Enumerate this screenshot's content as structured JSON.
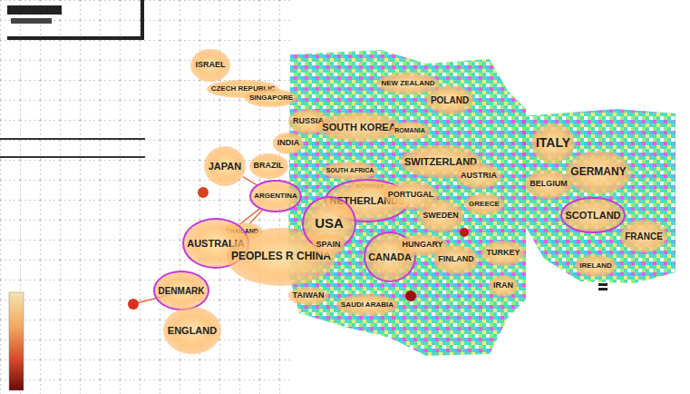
{
  "diagram": {
    "nodes": [
      {
        "text": [
          "ISRAEL"
        ]
      },
      {
        "text": [
          "CZECH REPUBLIC"
        ]
      },
      {
        "text": [
          "SINGAPORE"
        ]
      },
      {
        "text": [
          "INDIA"
        ]
      },
      {
        "text": [
          "JAPAN"
        ]
      },
      {
        "text": [
          "BRAZIL"
        ]
      },
      {
        "text": [
          "ARGENTINA"
        ]
      },
      {
        "text": [
          "THAILAND"
        ]
      },
      {
        "text": [
          "AUSTRALIA"
        ]
      },
      {
        "text": [
          "PEOPLES R CHINA"
        ]
      },
      {
        "text": [
          "TAIWAN"
        ]
      },
      {
        "text": [
          "DENMARK"
        ]
      },
      {
        "text": [
          "ENGLAND"
        ]
      },
      {
        "text": [
          "RUSSIA"
        ]
      },
      {
        "text": [
          "SOUTH KOREA"
        ]
      },
      {
        "text": [
          "NEW ZEALAND"
        ]
      },
      {
        "text": [
          "POLAND"
        ]
      },
      {
        "text": [
          "ROMANIA"
        ]
      },
      {
        "text": [
          "SOUTH AFRICA"
        ]
      },
      {
        "text": [
          "NORWAY"
        ]
      },
      {
        "text": [
          "NETHERLANDS"
        ]
      },
      {
        "text": [
          "USA"
        ]
      },
      {
        "text": [
          "SPAIN"
        ]
      },
      {
        "text": [
          "SWITZERLAND"
        ]
      },
      {
        "text": [
          "AUSTRIA"
        ]
      },
      {
        "text": [
          "PORTUGAL"
        ]
      },
      {
        "text": [
          "SWEDEN"
        ]
      },
      {
        "text": [
          "GREECE"
        ]
      },
      {
        "text": [
          "CANADA"
        ]
      },
      {
        "text": [
          "HUNGARY"
        ]
      },
      {
        "text": [
          "FINLAND"
        ]
      },
      {
        "text": [
          "SAUDI ARABIA"
        ]
      },
      {
        "text": [
          "TURKEY"
        ]
      },
      {
        "text": [
          "IRAN"
        ]
      },
      {
        "text": [
          "ITALY"
        ]
      },
      {
        "text": [
          "GERMANY"
        ]
      },
      {
        "text": [
          "BELGIUM"
        ]
      },
      {
        "text": [
          "SCOTLAND"
        ]
      },
      {
        "text": [
          "FRANCE"
        ]
      },
      {
        "text": [
          "IRELAND"
        ]
      }
    ],
    "edges": [
      {
        "from": 4,
        "to": 6,
        "arrow": "none"
      },
      {
        "from": 8,
        "to": 6,
        "arrow": "none"
      },
      {
        "from": 7,
        "to": 6,
        "arrow": "none"
      }
    ]
  }
}
